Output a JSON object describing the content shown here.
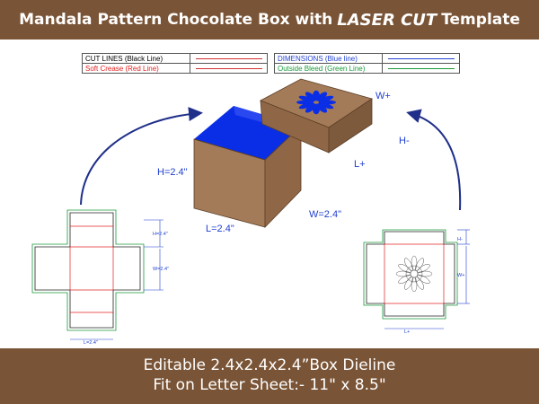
{
  "header": {
    "title_pre": "Mandala Pattern Chocolate Box with",
    "title_emph": "LASER CUT",
    "title_post": "Template"
  },
  "legend": {
    "left": [
      {
        "label": "CUT LINES (Black Line)",
        "color": "#000000",
        "line_color": "#d03030"
      },
      {
        "label": "Soft Crease (Red Line)",
        "color": "#e02020",
        "line_color": "#d03030"
      }
    ],
    "right": [
      {
        "label": "DIMENSIONS (Blue line)",
        "color": "#1f3fd0",
        "line_color": "#1f3fd0"
      },
      {
        "label": "Outside Bleed (Green Line)",
        "color": "#1a9a3a",
        "line_color": "#1a9a3a"
      }
    ]
  },
  "box_labels": {
    "height": "H=2.4\"",
    "length": "L=2.4\"",
    "width": "W=2.4\"",
    "lid_w": "W+",
    "lid_h": "H-",
    "lid_l": "L+"
  },
  "dieline_left": {
    "h": "H=2.4\"",
    "w": "W=2.4\"",
    "l": "L=2.4\""
  },
  "dieline_right": {
    "h": "H-",
    "w": "W+",
    "l": "L+"
  },
  "footer": {
    "line1": "Editable 2.4x2.4x2.4”Box Dieline",
    "line2": "Fit on Letter Sheet:- 11\" x 8.5\""
  },
  "colors": {
    "brown_banner": "#7a5436",
    "kraft": "#a47b58",
    "blue_inner": "#0a2ee6",
    "dim_blue": "#1f3fd0"
  }
}
